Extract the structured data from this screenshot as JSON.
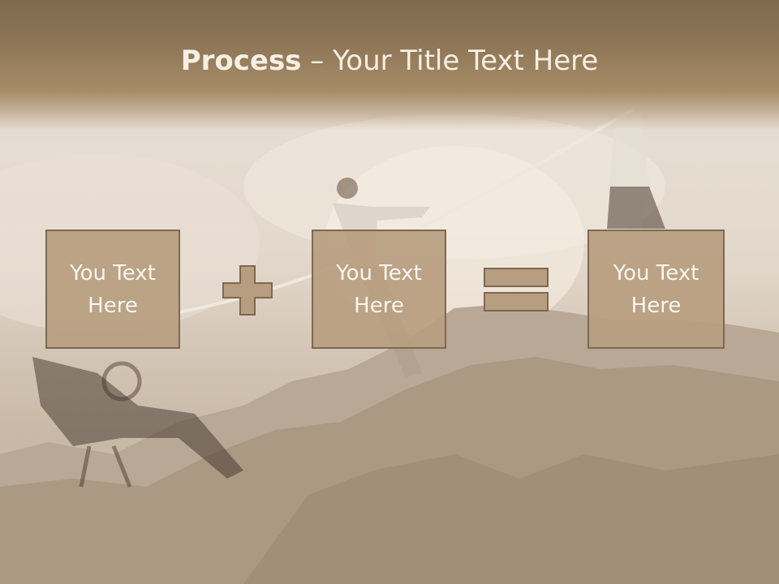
{
  "title": {
    "bold_part": "Process",
    "rest": " – Your Title Text Here"
  },
  "boxes": [
    {
      "text": "You Text Here"
    },
    {
      "text": "You Text Here"
    },
    {
      "text": "You Text Here"
    }
  ],
  "operators": [
    "plus-icon",
    "equals-icon"
  ],
  "colors": {
    "title_band": "#8e7657",
    "box_fill": "#b89e80",
    "box_border": "#7d6852",
    "text": "#fbf6ef"
  }
}
